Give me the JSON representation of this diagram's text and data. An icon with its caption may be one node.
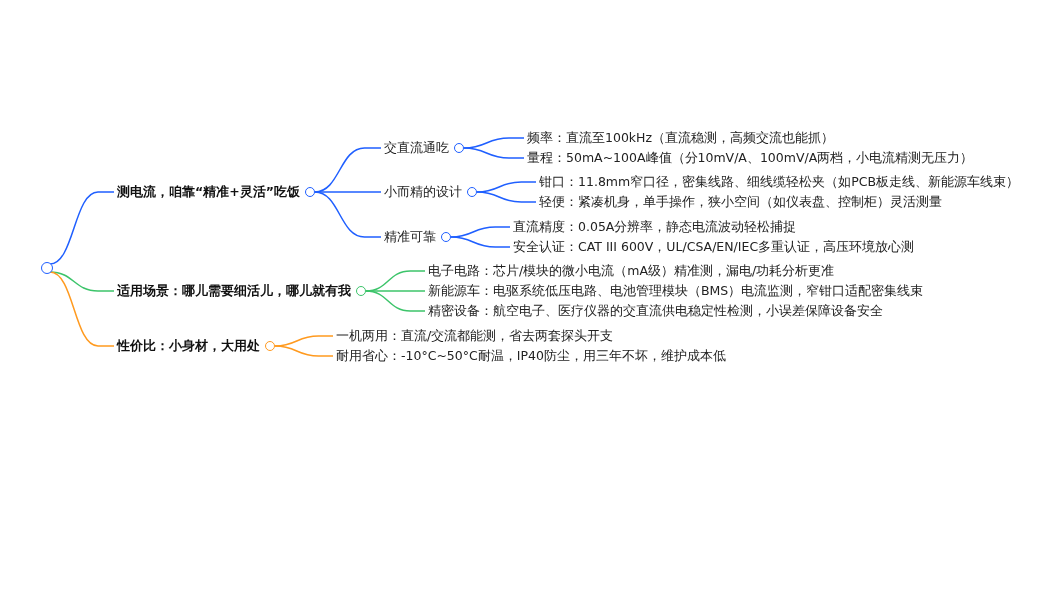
{
  "diagram": {
    "nodes": [
      {
        "text": [],
        "shape": "circle"
      },
      {
        "text": [
          "测电流，咱靠“精准+灵活”吃饭"
        ]
      },
      {
        "text": [
          "交直流通吃"
        ]
      },
      {
        "text": [
          "频率：直流至100kHz（直流稳测，高频交流也能抓）"
        ]
      },
      {
        "text": [
          "量程：50mA~100A峰值（分10mV/A、100mV/A两档，小电流精测无压力）"
        ]
      },
      {
        "text": [
          "小而精的设计"
        ]
      },
      {
        "text": [
          "钳口：11.8mm窄口径，密集线路、细线缆轻松夹（如PCB板走线、新能源车线束）"
        ]
      },
      {
        "text": [
          "轻便：紧凑机身，单手操作，狭小空间（如仪表盘、控制柜）灵活测量"
        ]
      },
      {
        "text": [
          "精准可靠"
        ]
      },
      {
        "text": [
          "直流精度：0.05A分辨率，静态电流波动轻松捕捉"
        ]
      },
      {
        "text": [
          "安全认证：CAT III 600V，UL/CSA/EN/IEC多重认证，高压环境放心测"
        ]
      },
      {
        "text": [
          "适用场景：哪儿需要细活儿，哪儿就有我"
        ]
      },
      {
        "text": [
          "电子电路：芯片/模块的微小电流（mA级）精准测，漏电/功耗分析更准"
        ]
      },
      {
        "text": [
          "新能源车：电驱系统低压电路、电池管理模块（BMS）电流监测，窄钳口适配密集线束"
        ]
      },
      {
        "text": [
          "精密设备：航空电子、医疗仪器的交直流供电稳定性检测，小误差保障设备安全"
        ]
      },
      {
        "text": [
          "性价比：小身材，大用处"
        ]
      },
      {
        "text": [
          "一机两用：直流/交流都能测，省去两套探头开支"
        ]
      },
      {
        "text": [
          "耐用省心：-10°C~50°C耐温，IP40防尘，用三年不坏，维护成本低"
        ]
      }
    ],
    "edges": [
      {
        "from": 0,
        "to": 1,
        "arrow": "none"
      },
      {
        "from": 1,
        "to": 2,
        "arrow": "none"
      },
      {
        "from": 2,
        "to": 3,
        "arrow": "none"
      },
      {
        "from": 2,
        "to": 4,
        "arrow": "none"
      },
      {
        "from": 1,
        "to": 5,
        "arrow": "none"
      },
      {
        "from": 5,
        "to": 6,
        "arrow": "none"
      },
      {
        "from": 5,
        "to": 7,
        "arrow": "none"
      },
      {
        "from": 1,
        "to": 8,
        "arrow": "none"
      },
      {
        "from": 8,
        "to": 9,
        "arrow": "none"
      },
      {
        "from": 8,
        "to": 10,
        "arrow": "none"
      },
      {
        "from": 0,
        "to": 11,
        "arrow": "none",
        "color": "#3cc46a"
      },
      {
        "from": 11,
        "to": 12,
        "arrow": "none",
        "color": "#3cc46a"
      },
      {
        "from": 11,
        "to": 13,
        "arrow": "none",
        "color": "#3cc46a"
      },
      {
        "from": 11,
        "to": 14,
        "arrow": "none",
        "color": "#3cc46a"
      },
      {
        "from": 0,
        "to": 15,
        "arrow": "none",
        "color": "#ff9a1f"
      },
      {
        "from": 15,
        "to": 16,
        "arrow": "none",
        "color": "#ff9a1f"
      },
      {
        "from": 15,
        "to": 17,
        "arrow": "none",
        "color": "#ff9a1f"
      }
    ]
  }
}
